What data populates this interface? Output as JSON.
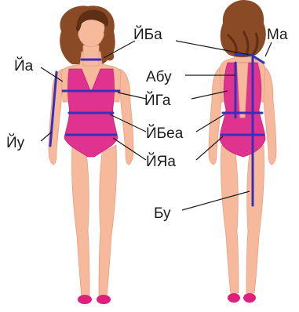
{
  "colors": {
    "skin": "#f6b99c",
    "skin_shade": "#e79f82",
    "swimsuit": "#e0338f",
    "swimsuit_shade": "#c2237a",
    "hair": "#8a4a26",
    "hair_dark": "#5e2e15",
    "shoes": "#e01f7d",
    "measure_line": "#3a2fb8",
    "leader_line": "#1a1a1a",
    "label_text": "#1a1a1a"
  },
  "labels": {
    "neck_front": "ЙБа",
    "shoulder_back": "Ма",
    "arm_top": "Йа",
    "back_width": "Абу",
    "bust": "ЙГа",
    "arm_length": "Йу",
    "waist": "ЙБеа",
    "hips": "ЙЯа",
    "back_length": "Бу"
  }
}
